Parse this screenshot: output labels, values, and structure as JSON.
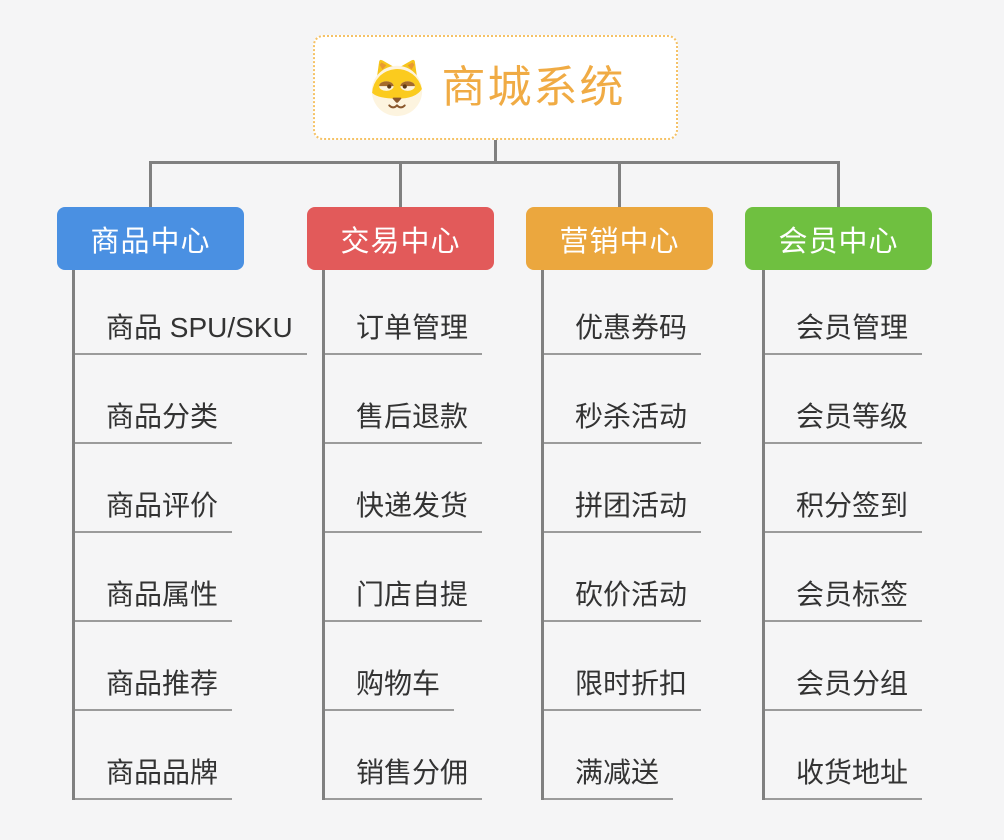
{
  "page": {
    "background": "#f5f5f6"
  },
  "colors": {
    "connector": "#808080",
    "leaf_underline": "#9b9b9b",
    "leaf_text": "#333333",
    "root_text": "#f0ab44",
    "root_border": "#f5c266"
  },
  "root": {
    "title": "商城系统",
    "icon": "shiba-dog-icon"
  },
  "branches": [
    {
      "label": "商品中心",
      "color": "#4a90e2",
      "items": [
        "商品 SPU/SKU",
        "商品分类",
        "商品评价",
        "商品属性",
        "商品推荐",
        "商品品牌"
      ]
    },
    {
      "label": "交易中心",
      "color": "#e25a5a",
      "items": [
        "订单管理",
        "售后退款",
        "快递发货",
        "门店自提",
        "购物车",
        "销售分佣"
      ]
    },
    {
      "label": "营销中心",
      "color": "#eba73e",
      "items": [
        "优惠券码",
        "秒杀活动",
        "拼团活动",
        "砍价活动",
        "限时折扣",
        "满减送"
      ]
    },
    {
      "label": "会员中心",
      "color": "#6fc040",
      "items": [
        "会员管理",
        "会员等级",
        "积分签到",
        "会员标签",
        "会员分组",
        "收货地址"
      ]
    }
  ]
}
